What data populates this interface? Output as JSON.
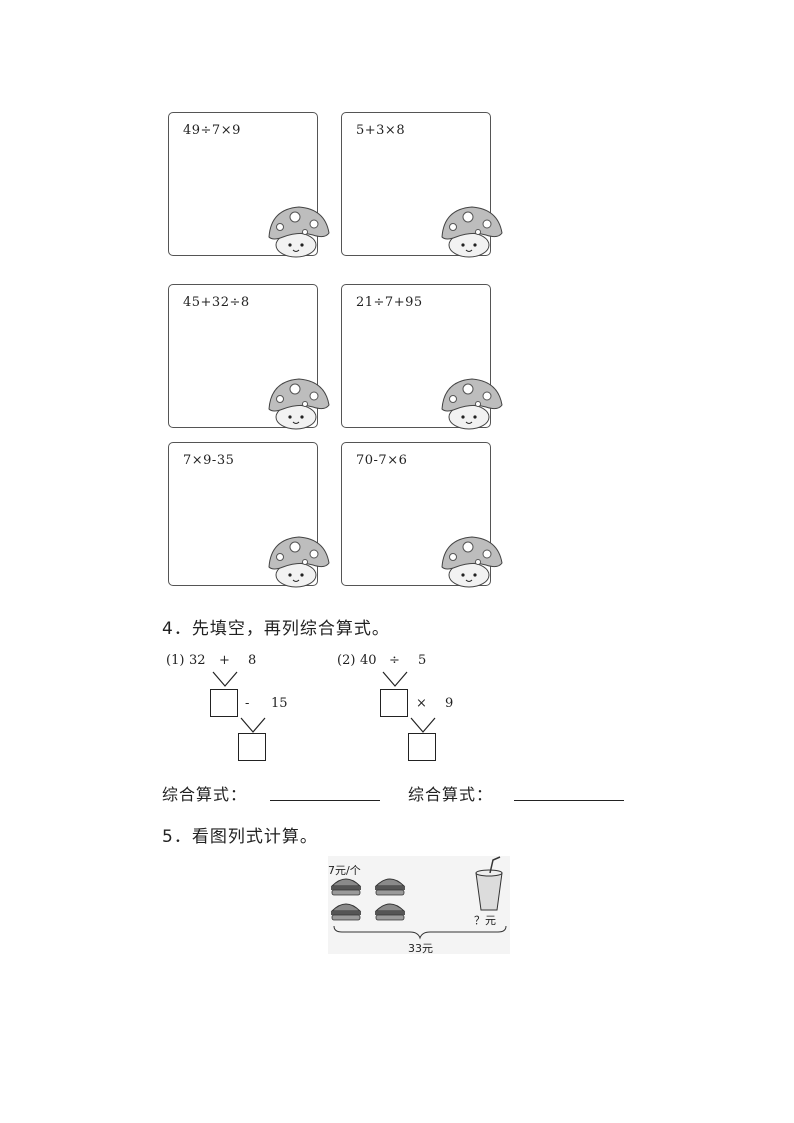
{
  "boxes": [
    {
      "expr": "49÷7×9"
    },
    {
      "expr": "5+3×8"
    },
    {
      "expr": "45+32÷8"
    },
    {
      "expr": "21÷7+95"
    },
    {
      "expr": "7×9-35"
    },
    {
      "expr": "70-7×6"
    }
  ],
  "q4": {
    "title": "4．先填空，再列综合算式。",
    "p1": {
      "label": "(1)",
      "a": "32",
      "op1": "+",
      "b": "8",
      "op2": "-",
      "c": "15"
    },
    "p2": {
      "label": "(2)",
      "a": "40",
      "op1": "÷",
      "b": "5",
      "op2": "×",
      "c": "9"
    },
    "formula_label": "综合算式："
  },
  "q5": {
    "title": "5．看图列式计算。",
    "price_label": "7元/个",
    "unknown_label": "？元",
    "total_label": "33元"
  }
}
